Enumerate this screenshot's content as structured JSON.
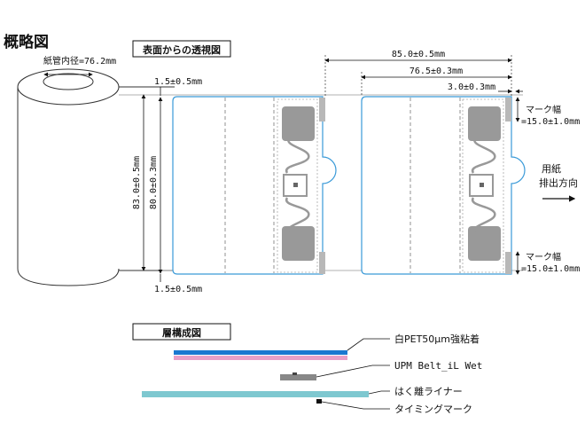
{
  "title": "概略図",
  "surface_view_label": "表面からの透視図",
  "layer_label": "層構成図",
  "core_inner_diameter": "紙管内径=76.2mm",
  "dim_total_width": "85.0±0.5mm",
  "dim_label_width": "76.5±0.3mm",
  "dim_right_gap": "3.0±0.3mm",
  "dim_top_margin": "1.5±0.5mm",
  "dim_bottom_margin": "1.5±0.5mm",
  "dim_roll_height": "83.0±0.5mm",
  "dim_label_height": "80.0±0.3mm",
  "mark_width_top_title": "マーク幅",
  "mark_width_top_value": "=15.0±1.0mm",
  "mark_width_bottom_title": "マーク幅",
  "mark_width_bottom_value": "=15.0±1.0mm",
  "feed_direction_line1": "用紙",
  "feed_direction_line2": "排出方向",
  "layers": [
    "白PET50μm強粘着",
    "UPM Belt_iL Wet",
    "はく離ライナー",
    "タイミングマーク"
  ],
  "colors": {
    "label_outline": "#3a9ad8",
    "liner": "#7ec8d0",
    "pet_top": "#1a78d0",
    "adhesive": "#e8a0c8",
    "timing_mark": "#b8b8b8",
    "antenna": "#999999"
  }
}
